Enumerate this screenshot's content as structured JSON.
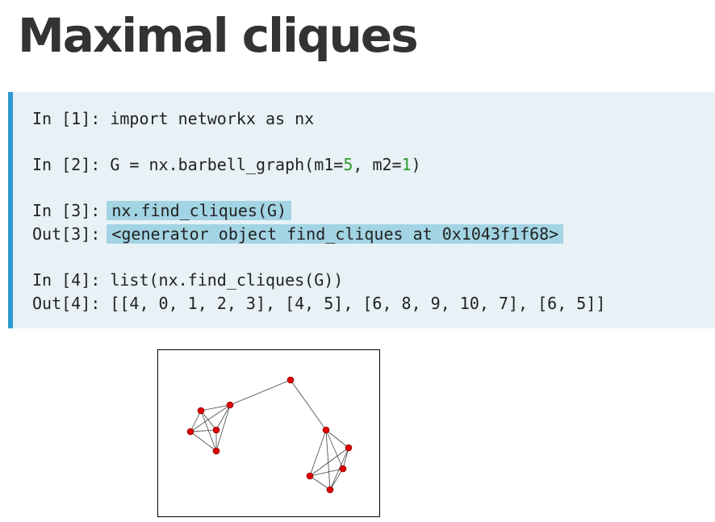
{
  "title": "Maximal cliques",
  "cells": [
    {
      "prompt": "In [1]: ",
      "code": "import networkx as nx"
    },
    {
      "prompt": "In [2]: ",
      "code_prefix": "G = nx.barbell_graph(m1=",
      "m1": "5",
      "code_middle": ", m2=",
      "m2": "1",
      "code_suffix": ")"
    },
    {
      "prompt": "In [3]: ",
      "code": "nx.find_cliques(G)",
      "out_prompt": "Out[3]: ",
      "output": "<generator object find_cliques at 0x1043f1f68>"
    },
    {
      "prompt": "In [4]: ",
      "code": "list(nx.find_cliques(G))",
      "out_prompt": "Out[4]: ",
      "output": "[[4, 0, 1, 2, 3], [4, 5], [6, 8, 9, 10, 7], [6, 5]]"
    }
  ],
  "graph": {
    "node_color": "#e00000",
    "edge_color": "#444444",
    "node_count": 11,
    "edges": [
      [
        0,
        1
      ],
      [
        0,
        2
      ],
      [
        0,
        3
      ],
      [
        0,
        4
      ],
      [
        1,
        2
      ],
      [
        1,
        3
      ],
      [
        1,
        4
      ],
      [
        2,
        3
      ],
      [
        2,
        4
      ],
      [
        3,
        4
      ],
      [
        4,
        5
      ],
      [
        5,
        6
      ],
      [
        6,
        7
      ],
      [
        6,
        8
      ],
      [
        6,
        9
      ],
      [
        6,
        10
      ],
      [
        7,
        8
      ],
      [
        7,
        9
      ],
      [
        7,
        10
      ],
      [
        8,
        9
      ],
      [
        8,
        10
      ],
      [
        9,
        10
      ]
    ]
  }
}
